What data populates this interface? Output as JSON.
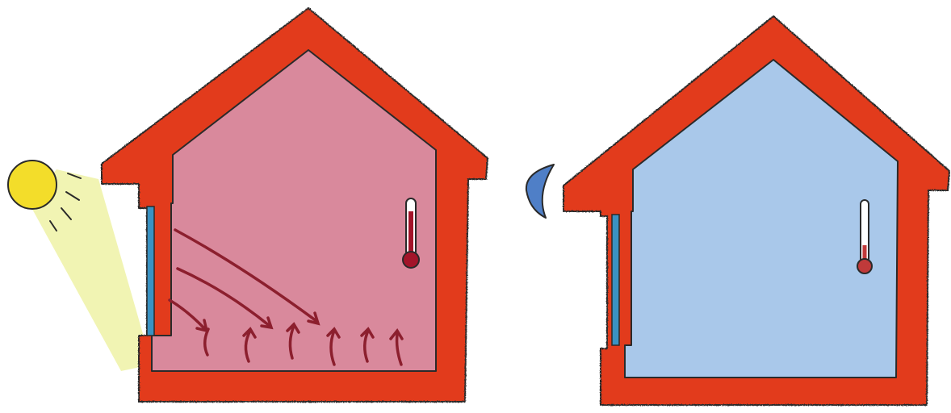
{
  "scene": {
    "left_panel": {
      "sky_object": "sun-icon",
      "interior_state": "warm",
      "interior_color": "#d9899c",
      "wall_color": "#e23b1c",
      "window_color": "#3a92c2",
      "thermometer_level": 0.78,
      "heat_arrows": "diagonal-heat-arrows",
      "sunbeam_color": "#eef2a6",
      "sun_color": "#f3dd2a"
    },
    "right_panel": {
      "sky_object": "moon-icon",
      "interior_state": "cool",
      "interior_color": "#a9c8ea",
      "wall_color": "#e23b1c",
      "window_color": "#3a92c2",
      "thermometer_level": 0.25,
      "moon_color": "#4f7fc7"
    }
  }
}
